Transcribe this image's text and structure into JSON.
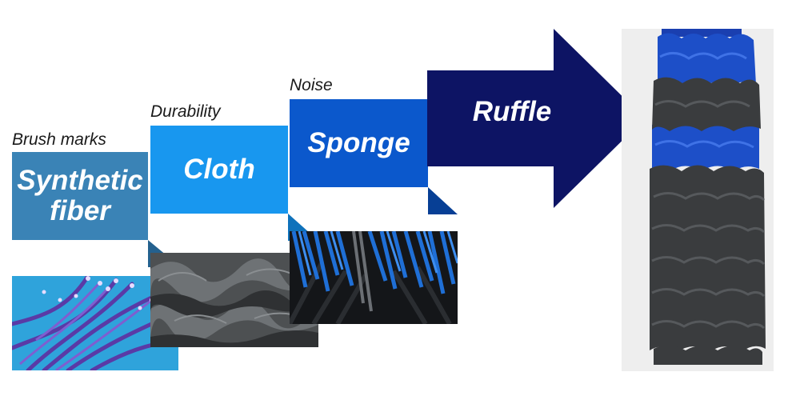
{
  "steps": [
    {
      "caption": "Brush marks",
      "label_line1": "Synthetic",
      "label_line2": "fiber",
      "color": "#3a83b6"
    },
    {
      "caption": "Durability",
      "label": "Cloth",
      "color": "#1897ef"
    },
    {
      "caption": "Noise",
      "label": "Sponge",
      "color": "#0b58cc"
    },
    {
      "label": "Ruffle",
      "color": "#0d1464"
    }
  ],
  "icons": [
    "synthetic-fiber-photo",
    "cloth-photo",
    "sponge-photo",
    "ruffle-brush-photo"
  ]
}
